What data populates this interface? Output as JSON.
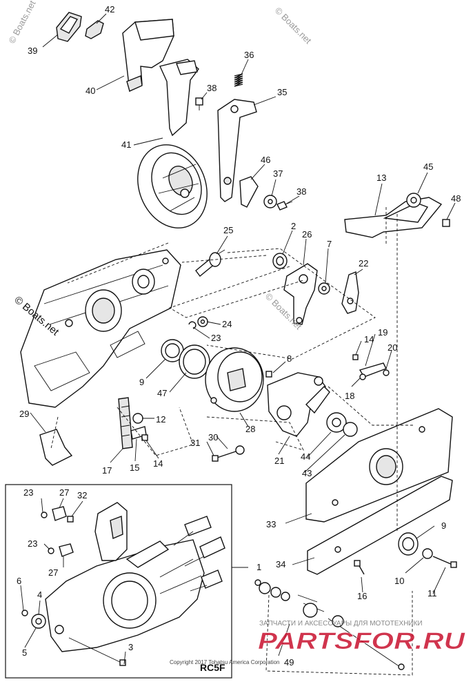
{
  "watermarks": {
    "top_left": "© Boats.net",
    "top_right": "© Boats.net",
    "mid_left": "© Boats.net",
    "mid_right": "© Boats.net"
  },
  "inset": {
    "model": "RC5F"
  },
  "footer": {
    "copyright": "Copyright 2017 Tohatsu America Corporation",
    "shop_line": "ЗАПЧАСТИ И АКСЕССУАРЫ ДЛЯ МОТОТЕХНИКИ",
    "shop_logo": "PARTSFOR.RU"
  },
  "callouts": [
    "1",
    "2",
    "3",
    "4",
    "5",
    "6",
    "7",
    "8",
    "9",
    "9",
    "10",
    "11",
    "12",
    "13",
    "14",
    "14",
    "15",
    "16",
    "17",
    "18",
    "19",
    "20",
    "21",
    "22",
    "23",
    "23",
    "24",
    "25",
    "26",
    "27",
    "27",
    "28",
    "29",
    "30",
    "31",
    "32",
    "33",
    "34",
    "35",
    "36",
    "37",
    "38",
    "38",
    "39",
    "40",
    "41",
    "42",
    "43",
    "44",
    "45",
    "46",
    "47",
    "48",
    "49"
  ],
  "colors": {
    "line": "#111111",
    "background": "#ffffff",
    "watermark": "#9a9a9a",
    "logo_red": "#c8102e"
  }
}
